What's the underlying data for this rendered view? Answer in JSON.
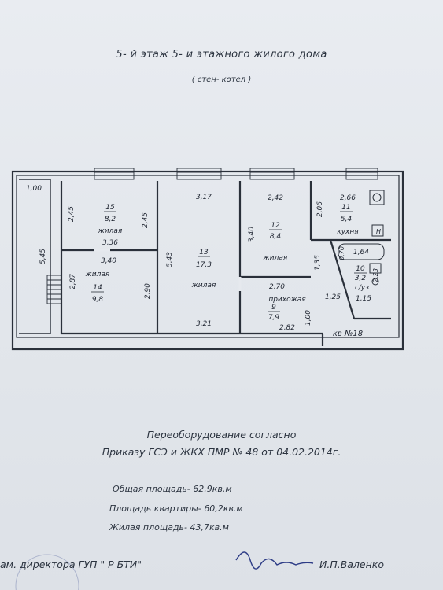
{
  "header": {
    "title": "5- й этаж  5- и этажного жилого дома",
    "subtitle": "( стен- котел )"
  },
  "plan": {
    "rooms": [
      {
        "id": "room-15",
        "number": "15",
        "area": "8,2",
        "name": "жилая"
      },
      {
        "id": "room-14",
        "number": "14",
        "area": "9,8",
        "name": "жилая"
      },
      {
        "id": "room-13",
        "number": "13",
        "area": "17,3",
        "name": "жилая"
      },
      {
        "id": "room-12",
        "number": "12",
        "area": "8,4",
        "name": "жилая"
      },
      {
        "id": "room-11",
        "number": "11",
        "area": "5,4",
        "name": "кухня"
      },
      {
        "id": "room-10",
        "number": "10",
        "area": "3,2",
        "name": "с/уз"
      },
      {
        "id": "room-9",
        "number": "9",
        "area": "7,9",
        "name": "прихожая"
      }
    ],
    "dimensions": [
      "1,00",
      "5,45",
      "2,87",
      "2,45",
      "2,45",
      "3,36",
      "3,40",
      "2,90",
      "3,17",
      "5,43",
      "3,21",
      "2,42",
      "3,40",
      "2,70",
      "2,82",
      "1,00",
      "1,35",
      "2,66",
      "2,06",
      "1,64",
      "0,70",
      "2,23",
      "1,25",
      "1,15"
    ],
    "apartment_label": "кв №18",
    "kitchen_mark": "Н"
  },
  "notes": {
    "reequip_line1": "Переоборудование согласно",
    "reequip_line2": "Приказу ГСЭ и ЖКХ ПМР № 48 от 04.02.2014г.",
    "total_area": "Общая площадь- 62,9кв.м",
    "apartment_area": "Площадь квартиры- 60,2кв.м",
    "living_area": "Жилая площадь- 43,7кв.м"
  },
  "footer": {
    "position": "ам. директора  ГУП  \" Р БТИ\"",
    "signer": "И.П.Валенко"
  }
}
